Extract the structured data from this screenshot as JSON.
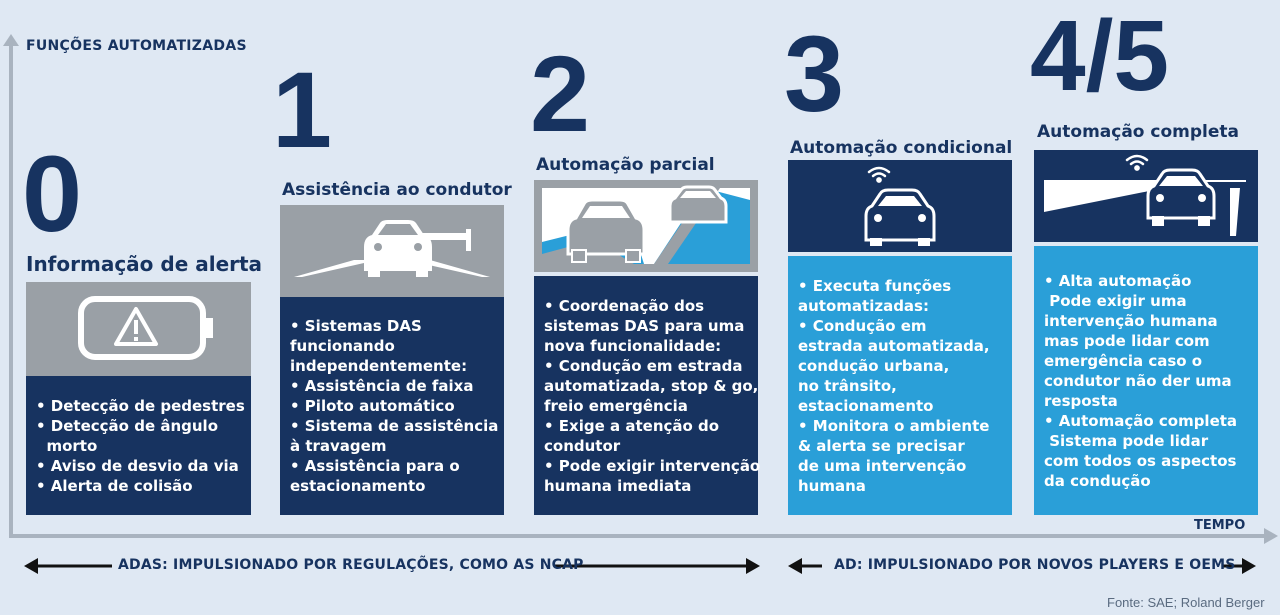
{
  "axis": {
    "y_label": "FUNÇÕES AUTOMATIZADAS",
    "x_label": "TEMPO"
  },
  "levels": [
    {
      "number": "0",
      "title": "Informação de alerta",
      "lines": [
        "• Detecção de pedestres",
        "• Detecção de ângulo",
        "  morto",
        "• Aviso de desvio da via",
        "• Alerta de colisão"
      ]
    },
    {
      "number": "1",
      "title": "Assistência ao condutor",
      "lines": [
        "• Sistemas DAS",
        "funcionando",
        "independentemente:",
        "• Assistência de faixa",
        "• Piloto automático",
        "• Sistema de assistência",
        "à travagem",
        "• Assistência para o",
        "estacionamento"
      ]
    },
    {
      "number": "2",
      "title": "Automação parcial",
      "lines": [
        "• Coordenação dos",
        "sistemas DAS para uma",
        "nova funcionalidade:",
        "• Condução em estrada",
        "automatizada, stop & go,",
        "freio emergência",
        "• Exige a atenção do",
        "condutor",
        "• Pode exigir intervenção",
        "humana imediata"
      ]
    },
    {
      "number": "3",
      "title": "Automação condicional",
      "lines": [
        "• Executa funções",
        "automatizadas:",
        "• Condução em",
        "estrada automatizada,",
        "condução urbana,",
        "no trânsito,",
        "estacionamento",
        "• Monitora o ambiente",
        "& alerta se precisar",
        "de uma intervenção",
        "humana"
      ]
    },
    {
      "number": "4/5",
      "title": "Automação completa",
      "lines": [
        "• Alta automação",
        " Pode exigir uma",
        "intervenção humana",
        "mas pode lidar com",
        "emergência caso o",
        "condutor não der uma",
        "resposta",
        "• Automação completa",
        " Sistema pode lidar",
        "com todos os aspectos",
        "da condução"
      ]
    }
  ],
  "bottom": {
    "adas": "ADAS: IMPULSIONADO POR REGULAÇÕES, COMO AS NCAP",
    "ad": "AD: IMPULSIONADO POR NOVOS PLAYERS E OEMS"
  },
  "source": "Fonte: SAE; Roland Berger",
  "colors": {
    "navy": "#173360",
    "light_blue": "#2a9fd8",
    "grey": "#9aa0a6",
    "background": "#dfe8f3",
    "axis": "#a9b3bf"
  }
}
